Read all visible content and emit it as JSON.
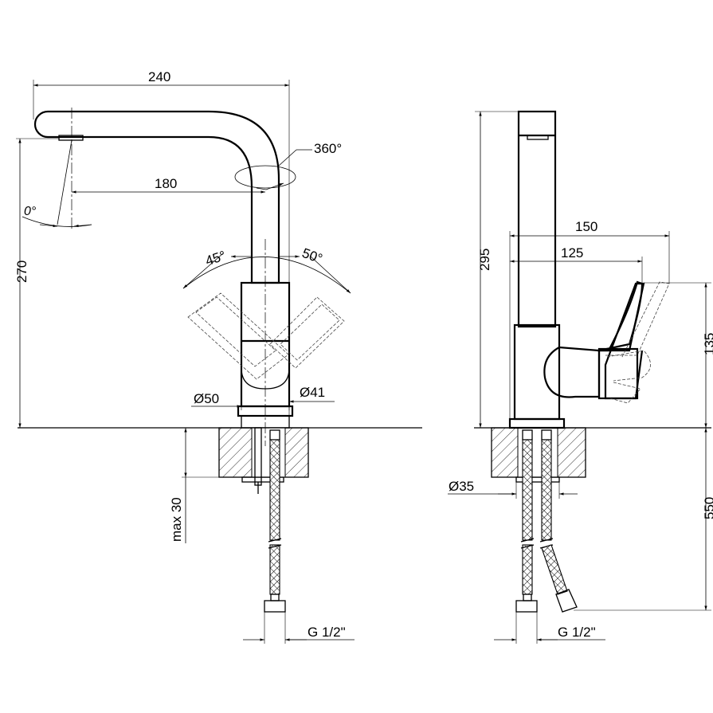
{
  "dimensions": {
    "spout_reach_total": "240",
    "spout_reach_inner": "180",
    "rotation": "360°",
    "tilt_zero": "0°",
    "height_total": "270",
    "lever_left_angle": "45°",
    "lever_right_angle": "50°",
    "body_diameter": "Ø50",
    "lever_diameter": "Ø41",
    "max_counter_thickness": "max 30",
    "connection_left": "G 1/2\"",
    "side_height": "295",
    "side_depth_total": "150",
    "side_depth_handle": "125",
    "side_handle_height": "135",
    "mount_hole_diameter": "Ø35",
    "hose_length": "550",
    "connection_right": "G 1/2\""
  },
  "colors": {
    "line": "#000000",
    "background": "#ffffff"
  }
}
